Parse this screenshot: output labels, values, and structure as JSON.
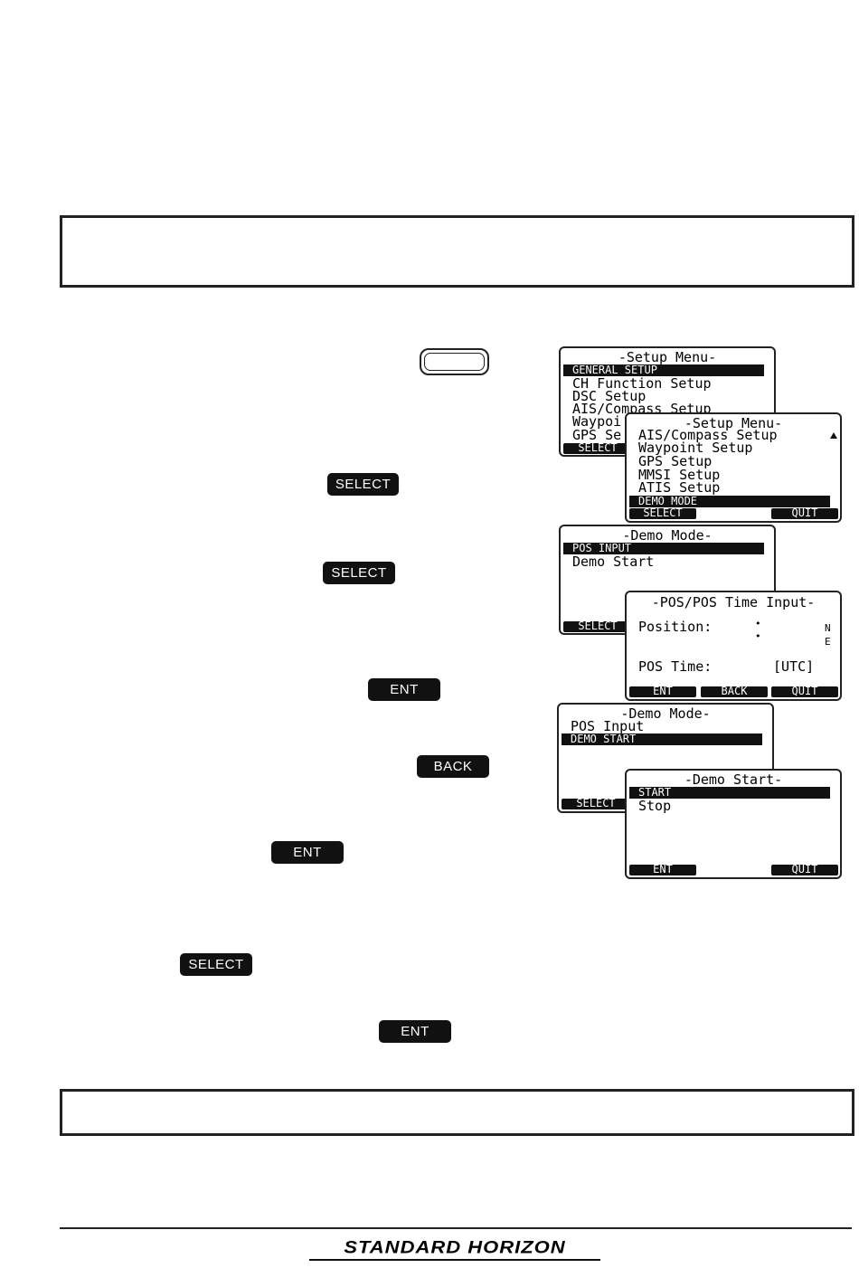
{
  "keys": {
    "select": "SELECT",
    "ent": "ENT",
    "back": "BACK"
  },
  "screens": {
    "setup1": {
      "title": "-Setup Menu-",
      "highlight": "GENERAL SETUP",
      "lines": [
        "CH Function Setup",
        "DSC Setup",
        "AIS/Compass Setup",
        "Waypoi",
        "GPS Se"
      ],
      "softkey": "SELECT"
    },
    "setup2": {
      "title": "-Setup Menu-",
      "lines": [
        "AIS/Compass Setup",
        "Waypoint Setup",
        "GPS Setup",
        "MMSI Setup",
        "ATIS Setup"
      ],
      "highlight": "DEMO MODE",
      "softkeys": [
        "SELECT",
        "QUIT"
      ]
    },
    "demo1": {
      "title": "-Demo Mode-",
      "highlight": "POS INPUT",
      "lines": [
        "Demo Start"
      ],
      "softkey": "SELECT"
    },
    "pos": {
      "title": "-POS/POS Time Input-",
      "position_label": "Position:",
      "north": "N",
      "east": "E",
      "time_label": "POS Time:",
      "time_value": "[UTC]",
      "softkeys": [
        "ENT",
        "BACK",
        "QUIT"
      ]
    },
    "demo2": {
      "title": "-Demo Mode-",
      "lines": [
        "POS Input"
      ],
      "highlight": "DEMO START",
      "softkey": "SELECT"
    },
    "start": {
      "title": "-Demo Start-",
      "highlight": "START",
      "lines": [
        "Stop"
      ],
      "softkeys": [
        "ENT",
        "QUIT"
      ]
    }
  },
  "footer": {
    "brand": "STANDARD HORIZON"
  }
}
